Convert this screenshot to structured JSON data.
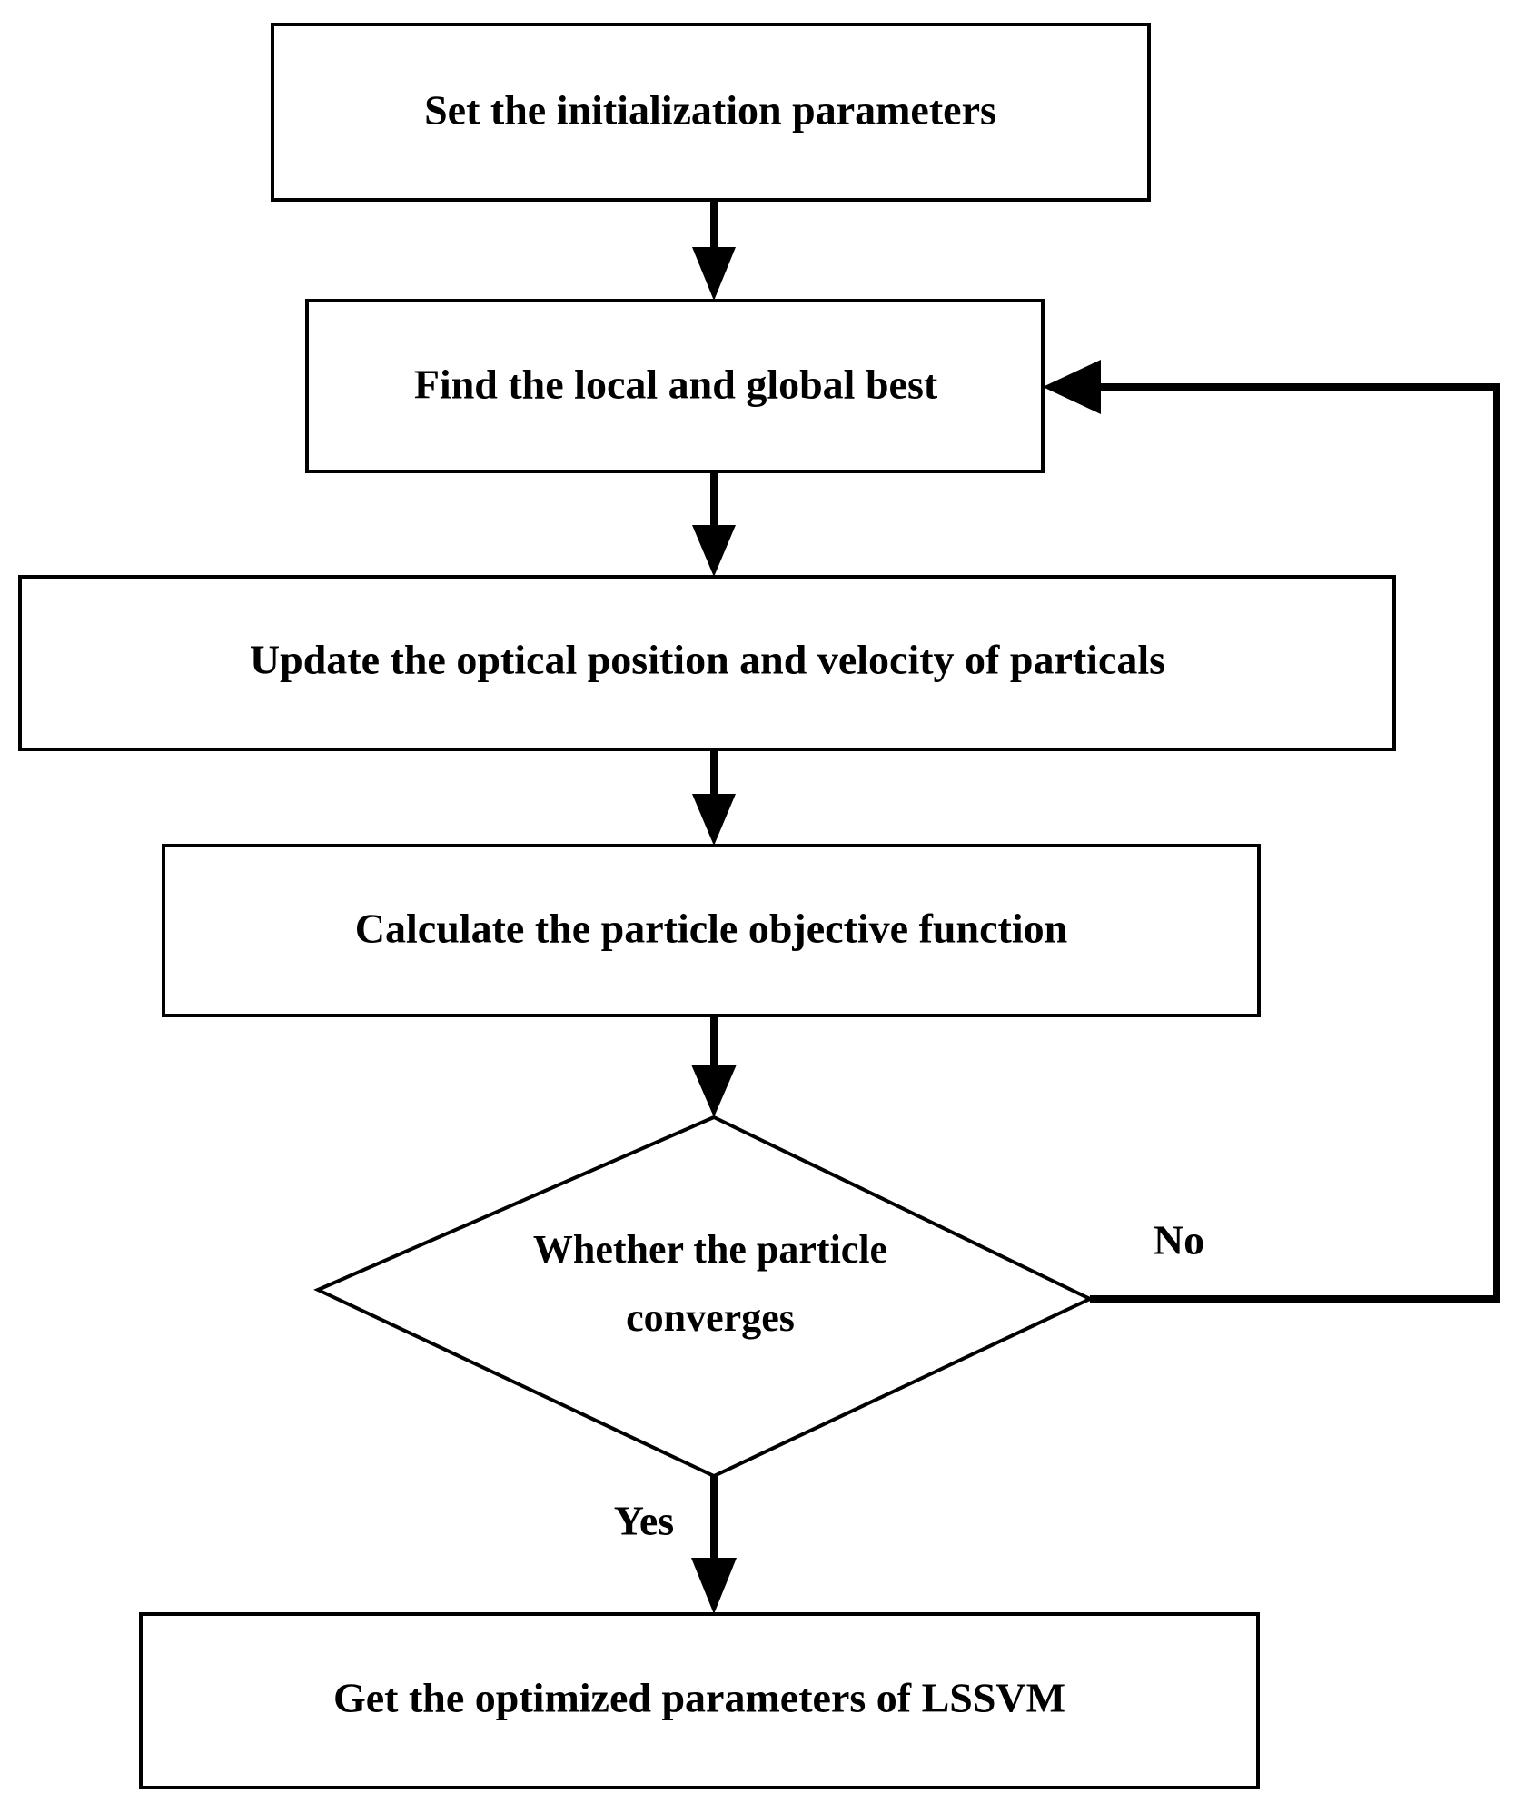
{
  "diagram": {
    "type": "flowchart",
    "title": "PSO optimization flowchart for LSSVM parameters",
    "background_color": "#ffffff",
    "stroke_color": "#000000",
    "nodes": [
      {
        "id": "init",
        "shape": "rectangle",
        "label": "Set the initialization parameters"
      },
      {
        "id": "find-best",
        "shape": "rectangle",
        "label": "Find the local and global best"
      },
      {
        "id": "update",
        "shape": "rectangle",
        "label": "Update the optical position and velocity of particals"
      },
      {
        "id": "calculate",
        "shape": "rectangle",
        "label": "Calculate the particle objective function"
      },
      {
        "id": "decision",
        "shape": "diamond",
        "label_line1": "Whether the particle",
        "label_line2": "converges"
      },
      {
        "id": "result",
        "shape": "rectangle",
        "label": "Get the optimized parameters of LSSVM"
      }
    ],
    "edges": [
      {
        "id": "e1",
        "from": "init",
        "to": "find-best",
        "label": ""
      },
      {
        "id": "e2",
        "from": "find-best",
        "to": "update",
        "label": ""
      },
      {
        "id": "e3",
        "from": "update",
        "to": "calculate",
        "label": ""
      },
      {
        "id": "e4",
        "from": "calculate",
        "to": "decision",
        "label": ""
      },
      {
        "id": "e5",
        "from": "decision",
        "to": "result",
        "label": "Yes"
      },
      {
        "id": "e6",
        "from": "decision",
        "to": "find-best",
        "label": "No"
      }
    ],
    "edge_labels": {
      "no": "No",
      "yes": "Yes"
    }
  }
}
